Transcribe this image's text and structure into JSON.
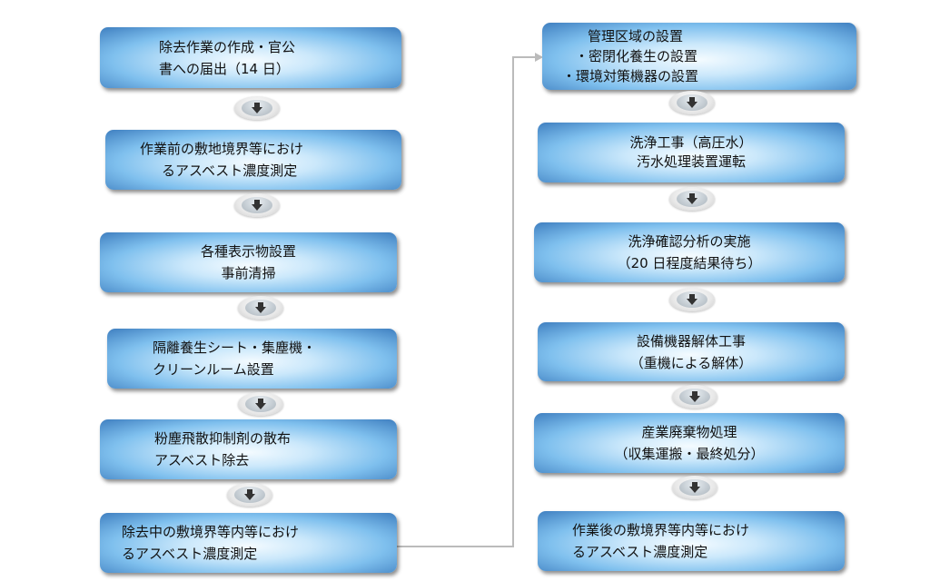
{
  "left_steps": [
    {
      "lines": [
        "除去作業の作成・官公",
        "書への届出（14 日）"
      ]
    },
    {
      "lines": [
        "作業前の敷地境界等におけ",
        "るアスベスト濃度測定"
      ]
    },
    {
      "lines": [
        "各種表示物設置",
        "事前清掃"
      ]
    },
    {
      "lines": [
        "隔離養生シート・集塵機・",
        "クリーンルーム設置"
      ]
    },
    {
      "lines": [
        "粉塵飛散抑制剤の散布",
        "アスベスト除去"
      ]
    },
    {
      "lines": [
        "除去中の敷境界等内等におけ",
        "るアスベスト濃度測定"
      ]
    }
  ],
  "right_steps": [
    {
      "lines": [
        "管理区域の設置",
        "・密閉化養生の設置",
        "・環境対策機器の設置"
      ]
    },
    {
      "lines": [
        "洗浄工事（高圧水）",
        "汚水処理装置運転"
      ]
    },
    {
      "lines": [
        "洗浄確認分析の実施",
        "（20 日程度結果待ち）"
      ]
    },
    {
      "lines": [
        "設備機器解体工事",
        "（重機による解体）"
      ]
    },
    {
      "lines": [
        "産業廃棄物処理",
        "（収集運搬・最終処分）"
      ]
    },
    {
      "lines": [
        "作業後の敷境界等内等におけ",
        "るアスベスト濃度測定"
      ]
    }
  ]
}
